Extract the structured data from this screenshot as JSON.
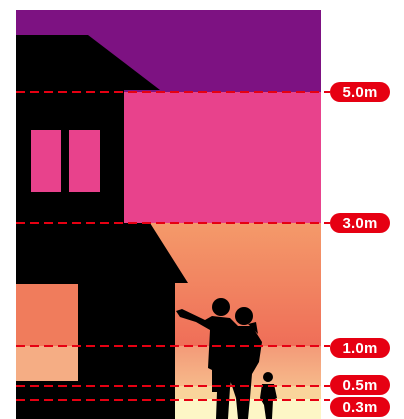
{
  "levels": [
    {
      "label": "5.0m",
      "color": "#e60012"
    },
    {
      "label": "3.0m",
      "color": "#e60012"
    },
    {
      "label": "1.0m",
      "color": "#e60012"
    },
    {
      "label": "0.5m",
      "color": "#e60012"
    },
    {
      "label": "0.3m",
      "color": "#e60012"
    }
  ],
  "band_colors": {
    "above_5m": "#7d1282",
    "3_to_5m": "#e8428c",
    "1_to_3m": "#f07c5c",
    "0_5_to_1m": "#f5ad84",
    "0_3_to_0_5m": "#f9d49b",
    "below_0_3m": "#fdf6c6"
  },
  "icons": [
    "house-silhouette",
    "family-silhouette"
  ]
}
